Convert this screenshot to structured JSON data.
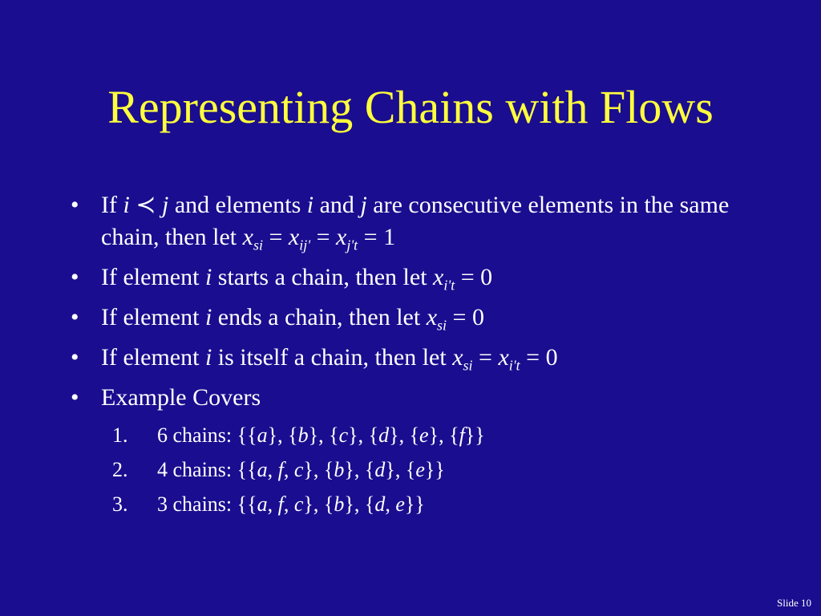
{
  "slide": {
    "title": "Representing Chains with Flows",
    "slide_number": "Slide 10",
    "bullet_char": "•",
    "colors": {
      "background": "#1a0d8f",
      "title": "#ffff3c",
      "text": "#ffffff"
    }
  },
  "bullets": [
    {
      "t1": "If ",
      "i": "i",
      "prec": " ≺ ",
      "j": "j",
      "t2": " and elements ",
      "i2": "i",
      "t3": " and ",
      "j2": "j",
      "t4": " are consecutive elements in the same chain, then let ",
      "x1": "x",
      "s1": "si",
      "eq1": " = ",
      "x2": "x",
      "s2": "ij'",
      "eq2": " = ",
      "x3": "x",
      "s3": "j't",
      "eq3": " = 1"
    },
    {
      "t1": "If element ",
      "i": "i",
      "t2": " starts a chain, then let ",
      "x": "x",
      "s": "i't",
      "eq": " = 0"
    },
    {
      "t1": "If element ",
      "i": "i",
      "t2": " ends a chain, then let ",
      "x": "x",
      "s": "si",
      "eq": " = 0"
    },
    {
      "t1": "If element ",
      "i": "i",
      "t2": " is itself a chain, then let ",
      "x1": "x",
      "s1": "si",
      "eq1": " = ",
      "x2": "x",
      "s2": "i't",
      "eq2": " = 0"
    },
    {
      "text": "Example Covers"
    }
  ],
  "examples": [
    {
      "num": "1.",
      "label": "6 chains: ",
      "set": "{{a}, {b}, {c}, {d}, {e}, {f}}"
    },
    {
      "num": "2.",
      "label": "4 chains: ",
      "set": "{{a, f, c}, {b}, {d}, {e}}"
    },
    {
      "num": "3.",
      "label": "3 chains: ",
      "set": "{{a, f, c}, {b}, {d, e}}"
    }
  ]
}
